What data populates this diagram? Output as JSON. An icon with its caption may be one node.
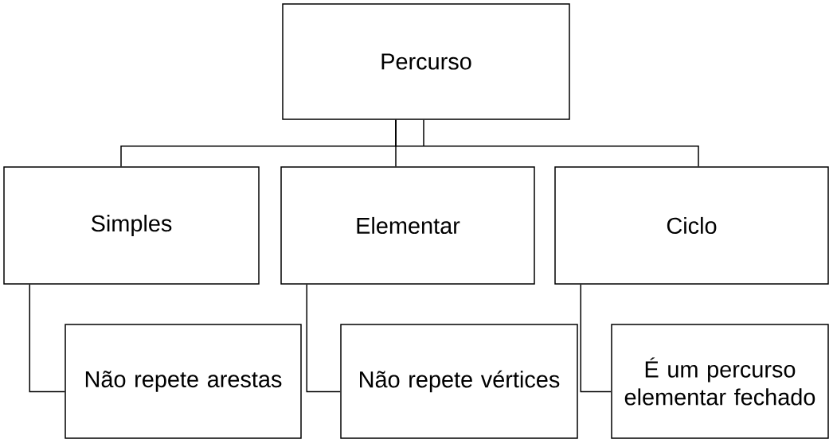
{
  "diagram": {
    "nodes": [
      {
        "text": [
          "Percurso"
        ]
      },
      {
        "text": [
          "Simples"
        ]
      },
      {
        "text": [
          "Elementar"
        ]
      },
      {
        "text": [
          "Ciclo"
        ]
      },
      {
        "text": [
          "Não repete arestas"
        ]
      },
      {
        "text": [
          "Não repete vértices"
        ]
      },
      {
        "text": [
          "É um percurso elementar fechado"
        ]
      }
    ],
    "edges": [
      {
        "from": 0,
        "to": 1,
        "arrow": "none"
      },
      {
        "from": 0,
        "to": 2,
        "arrow": "none"
      },
      {
        "from": 0,
        "to": 3,
        "arrow": "none"
      },
      {
        "from": 1,
        "to": 4,
        "arrow": "none"
      },
      {
        "from": 2,
        "to": 5,
        "arrow": "none"
      },
      {
        "from": 3,
        "to": 6,
        "arrow": "none"
      }
    ]
  }
}
